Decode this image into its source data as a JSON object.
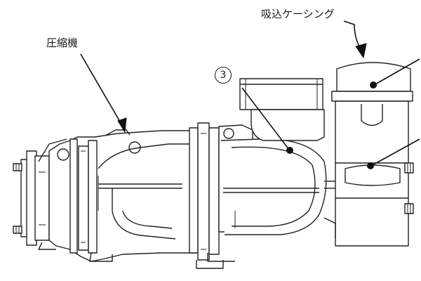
{
  "labels": {
    "compressor": "圧縮機",
    "suction_casing": "吸込ケーシング",
    "callout_number": "3"
  },
  "colors": {
    "line": "#222222",
    "background": "#ffffff"
  }
}
